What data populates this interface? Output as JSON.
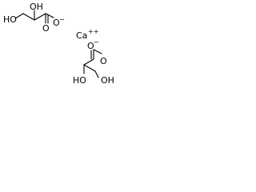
{
  "molecule": {
    "upper_anion": {
      "hydroxyl_top": "OH",
      "hydroxyl_left": "HO",
      "carbonyl_oxygen": "O",
      "carboxylate_oxygen": "O",
      "charge": "−"
    },
    "cation": {
      "symbol": "Ca",
      "charge": "++"
    },
    "lower_anion": {
      "carbonyl_oxygen": "O",
      "carboxylate_oxygen": "O",
      "charge": "−",
      "hydroxyl_left": "HO",
      "hydroxyl_right": "OH"
    }
  }
}
